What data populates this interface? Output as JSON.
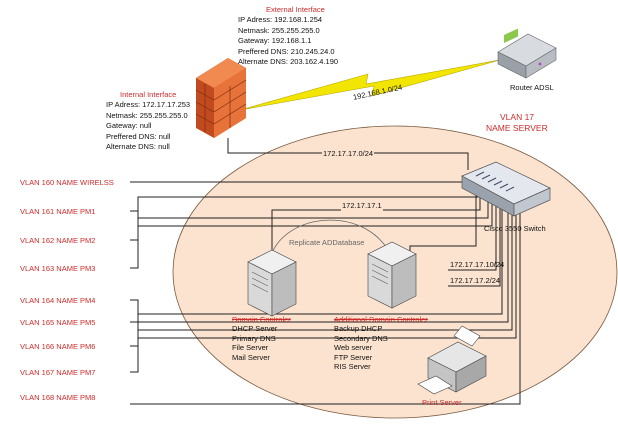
{
  "external_interface": {
    "title": "External Interface",
    "lines": [
      "IP Adress: 192.168.1.254",
      "Netmask: 255.255.255.0",
      "Gateway: 192.168.1.1",
      "Preffered DNS: 210.245.24.0",
      "Alternate DNS: 203.162.4.190"
    ]
  },
  "internal_interface": {
    "title": "Internal Interface",
    "lines": [
      "IP Adress: 172.17.17.253",
      "Netmask: 255.255.255.0",
      "Gateway: null",
      "Preffered DNS: null",
      "Alternate DNS: null"
    ]
  },
  "router_label": "Router ADSL",
  "wan_link_label": "192.168.1.0/24",
  "vlan17": {
    "line1": "VLAN 17",
    "line2": "NAME SERVER"
  },
  "subnet_label": "172.17.17.0/24",
  "gateway_label": "172.17.17.1",
  "switch_label": "Cisco 3550 Switch",
  "replicate_label": "Replicate ADDatabase",
  "ip_10": "172.17.17.10/24",
  "ip_2": "172.17.17.2/24",
  "domain_controller": {
    "title": "Domain Controler",
    "roles": [
      "DHCP Server",
      "Primary DNS",
      "File Server",
      "Mail Server"
    ]
  },
  "additional_dc": {
    "title": "Additional Domain Controler",
    "roles": [
      "Backup DHCP",
      "Secondary DNS",
      "Web server",
      "FTP Server",
      "RIS Server"
    ]
  },
  "print_server_label": "Print Server",
  "vlans": [
    "VLAN 160 NAME WIRELSS",
    "VLAN 161 NAME PM1",
    "VLAN 162 NAME PM2",
    "VLAN 163 NAME PM3",
    "VLAN 164 NAME PM4",
    "VLAN 165 NAME PM5",
    "VLAN 166 NAME PM6",
    "VLAN 167 NAME PM7",
    "VLAN 168 NAME PM8"
  ],
  "colors": {
    "ellipse_fill": "#fbe3cf",
    "label_red": "#cc2b2b",
    "lightning": "#f2e600",
    "firewall": "#e8733a"
  }
}
